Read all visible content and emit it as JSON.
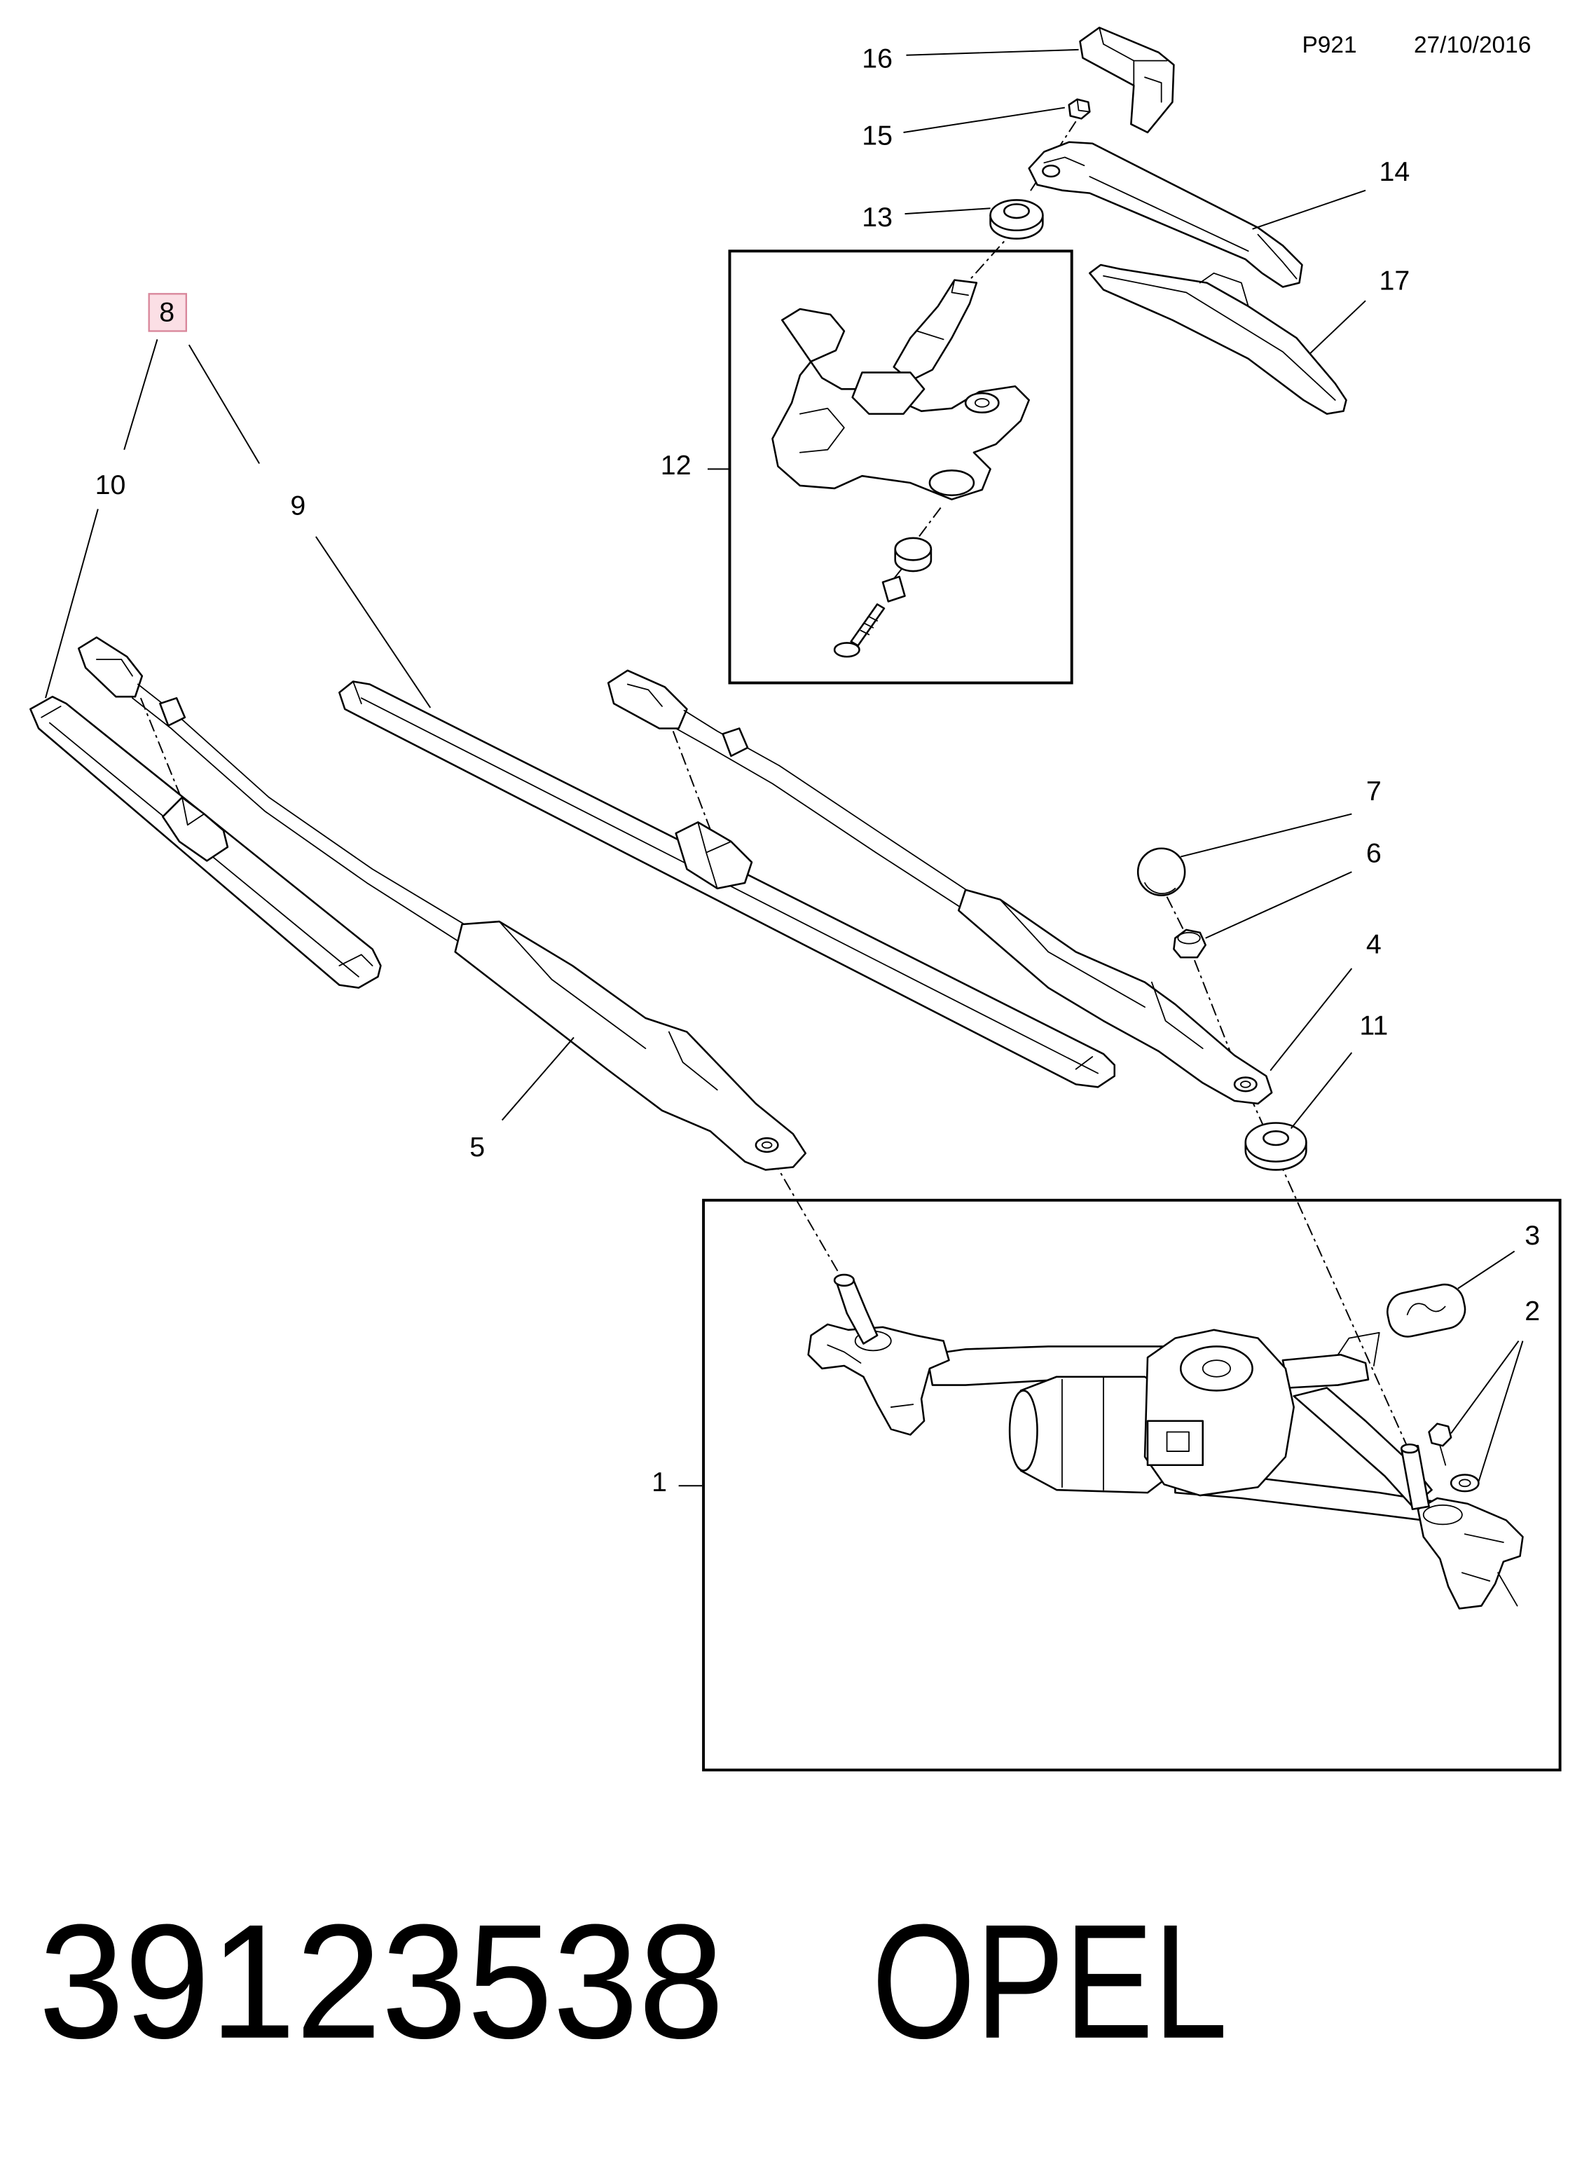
{
  "header": {
    "code": "P921",
    "date": "27/10/2016"
  },
  "callouts": [
    {
      "label": "1"
    },
    {
      "label": "2"
    },
    {
      "label": "3"
    },
    {
      "label": "4"
    },
    {
      "label": "5"
    },
    {
      "label": "6"
    },
    {
      "label": "7"
    },
    {
      "label": "8",
      "highlighted": true
    },
    {
      "label": "9"
    },
    {
      "label": "10"
    },
    {
      "label": "11"
    },
    {
      "label": "12"
    },
    {
      "label": "13"
    },
    {
      "label": "14"
    },
    {
      "label": "15"
    },
    {
      "label": "16"
    },
    {
      "label": "17"
    }
  ],
  "footer": {
    "part_number": "39123538",
    "brand": "OPEL"
  },
  "colors": {
    "line": "#000000",
    "background": "#ffffff",
    "highlight_fill": "#fbdfe5",
    "highlight_border": "#d9879b"
  }
}
